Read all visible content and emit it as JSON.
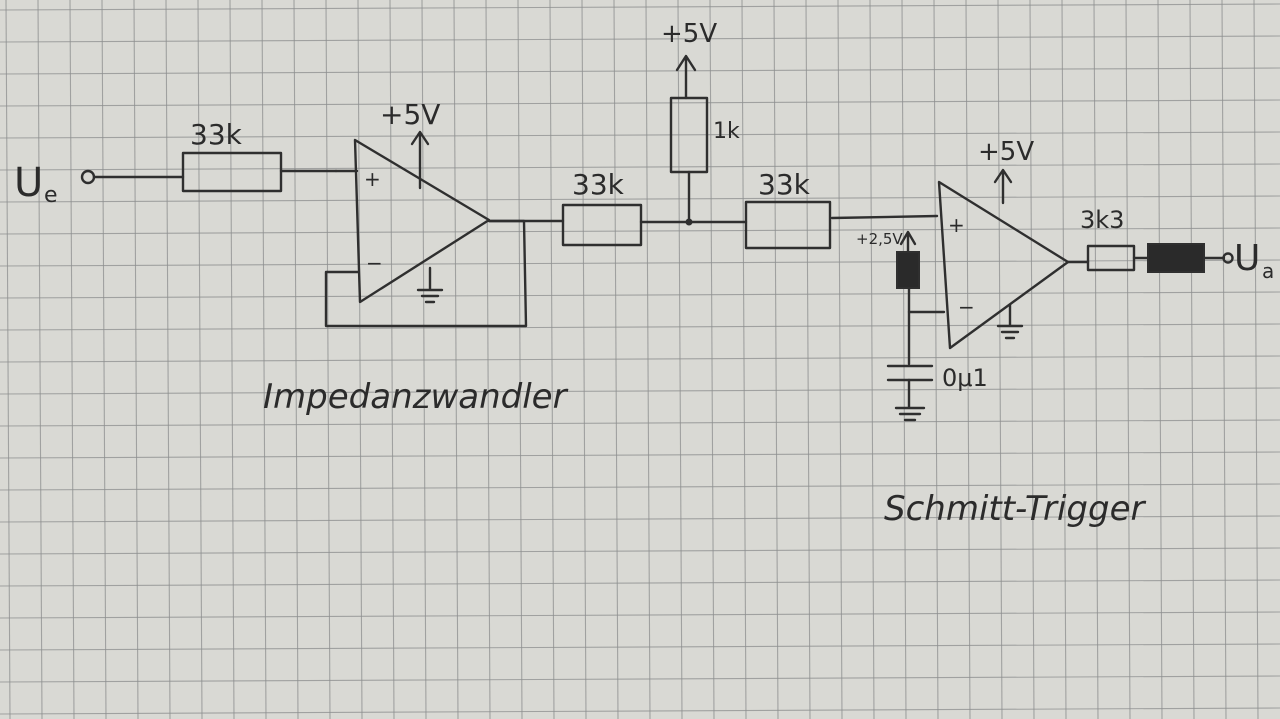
{
  "colors": {
    "paper": "#d9d9d4",
    "grid": "#8d8f8f",
    "ink": "#2f2f2f",
    "filled": "#2a2a2a"
  },
  "labels": {
    "input": {
      "main": "U",
      "sub": "e"
    },
    "output": {
      "main": "U",
      "sub": "a"
    },
    "r_in": "33k",
    "r_mid": "33k",
    "r_pullup": "1k",
    "r_schmitt": "33k",
    "r_out": "3k3",
    "cap": "0μ1",
    "vcc_op1": "+5V",
    "vcc_pullup": "+5V",
    "vcc_op2": "+5V",
    "vref": "+2,5V",
    "op1_plus": "+",
    "op1_minus": "−",
    "op2_plus": "+",
    "op2_minus": "−",
    "block1": "Impedanzwandler",
    "block2": "Schmitt-Trigger"
  }
}
